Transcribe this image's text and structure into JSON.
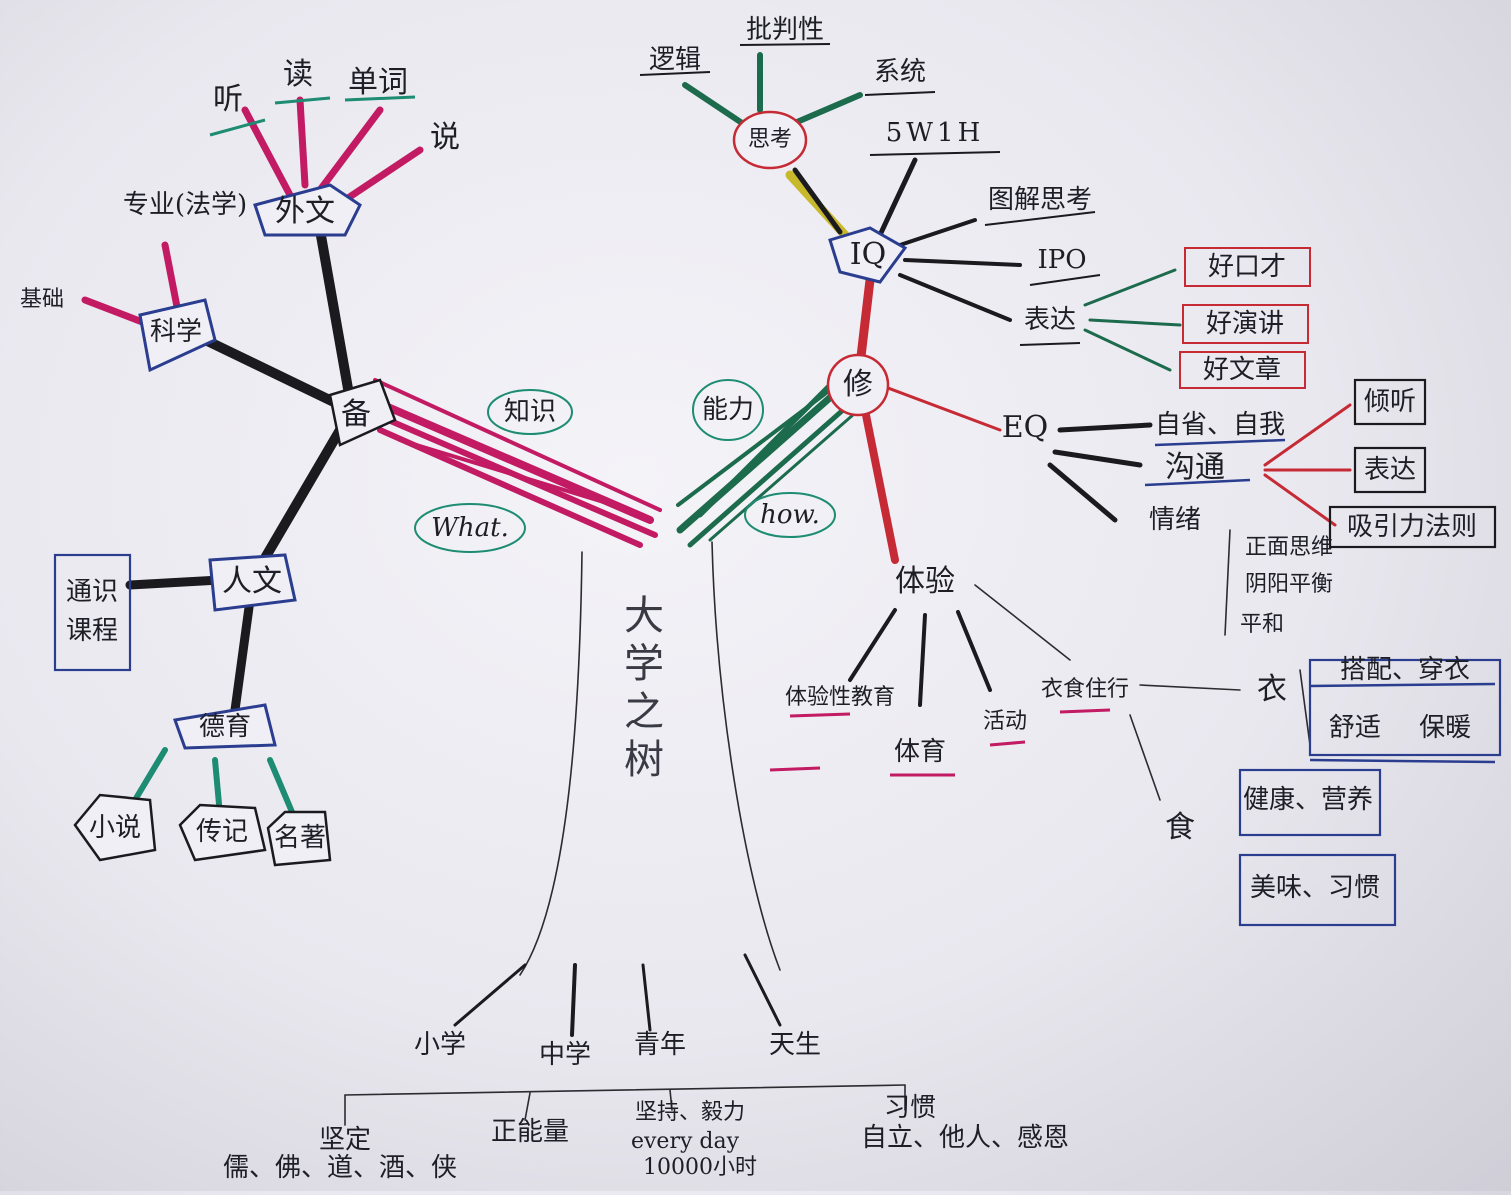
{
  "trunk": {
    "title": "大学之树"
  },
  "tags": {
    "knowledge": "知识",
    "ability": "能力",
    "what": "What.",
    "how": "how."
  },
  "knowledge": {
    "hub": "备",
    "waiwen": {
      "label": "外文",
      "children": [
        "听",
        "读",
        "单词",
        "说"
      ]
    },
    "kexue": {
      "label": "科学",
      "children": [
        "专业(法学)",
        "基础"
      ]
    },
    "renwen": {
      "label": "人文",
      "children": [
        "通识课程"
      ]
    },
    "deyu": {
      "label": "德育",
      "children": [
        "小说",
        "传记",
        "名著"
      ]
    }
  },
  "ability": {
    "hub": "修",
    "siwei": {
      "label": "思考",
      "children": [
        "逻辑",
        "批判性",
        "系统"
      ]
    },
    "iq": {
      "label": "IQ",
      "children": [
        "5W1H",
        "图解思考",
        "IPO",
        "表达"
      ],
      "expression_children": [
        "好口才",
        "好演讲",
        "好文章"
      ]
    },
    "eq": {
      "label": "EQ",
      "children": [
        "自省、自我",
        "沟通",
        "情绪"
      ],
      "communication_children": [
        "倾听",
        "表达",
        "吸引力法则"
      ],
      "emotion_note": [
        "正面思维",
        "阴阳平衡",
        "平和"
      ]
    },
    "tiyan": {
      "label": "体验",
      "children": [
        "体验性教育",
        "体育",
        "活动",
        "衣食住行"
      ],
      "yi": {
        "label": "衣",
        "children": [
          "搭配、穿衣",
          "舒适 保暖"
        ]
      },
      "shi": {
        "label": "食",
        "children": [
          "健康、营养",
          "美味、习惯"
        ]
      }
    }
  },
  "roots": {
    "children": [
      "小学",
      "中学",
      "青年",
      "天生"
    ],
    "bottom": [
      "坚定",
      "儒、佛、道、酒、侠",
      "正能量",
      "坚持、毅力",
      "every day",
      "10000小时",
      "习惯",
      "自立、他人、感恩"
    ]
  },
  "colors": {
    "knowledge_branch": "#c21a63",
    "ability_branch": "#1d6b4d",
    "hub_outline": "#2a3d8f",
    "accent_red": "#c62a34"
  }
}
